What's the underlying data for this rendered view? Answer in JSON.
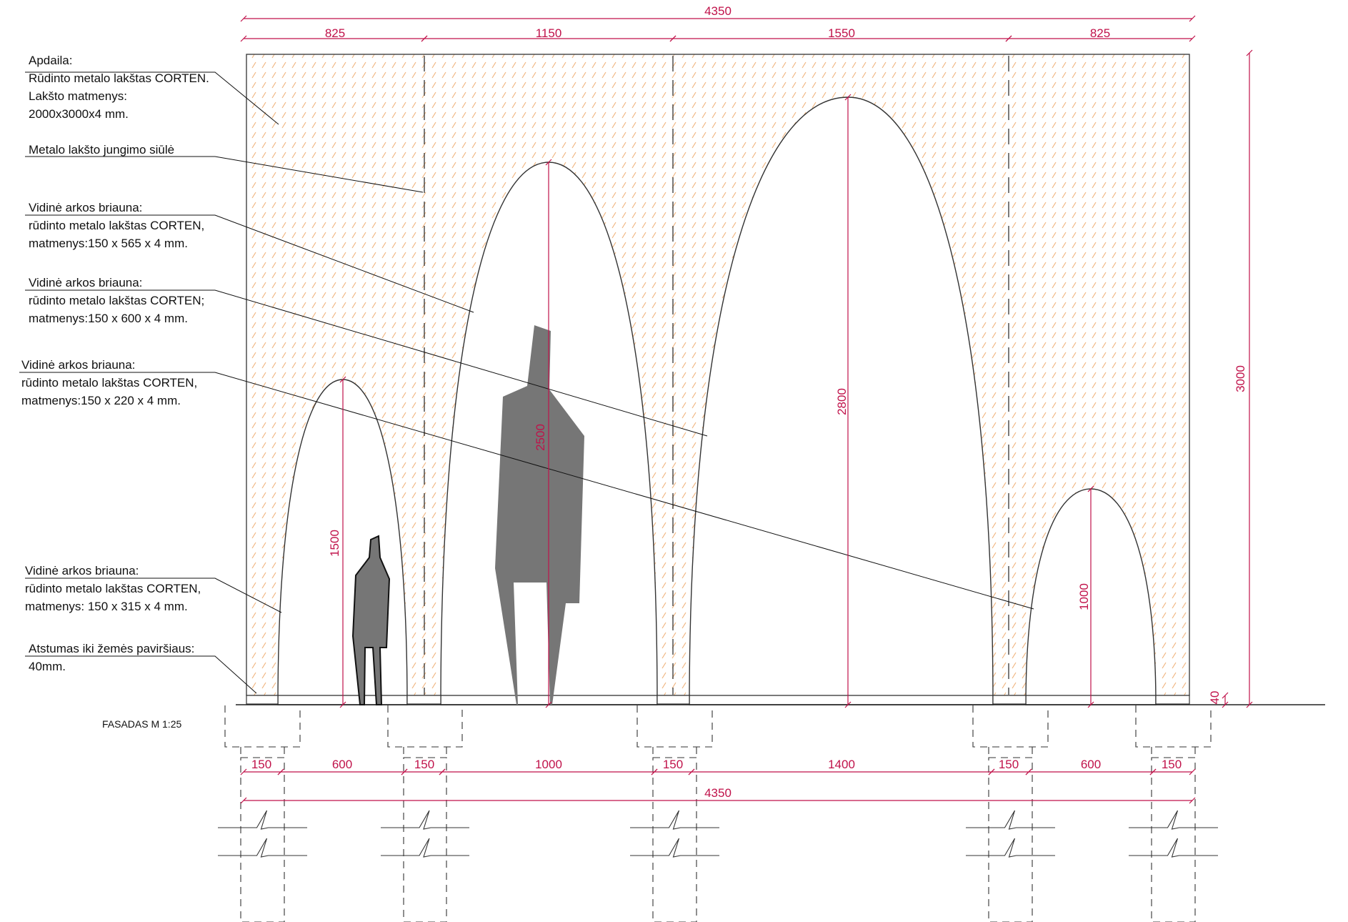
{
  "drawing_title": "FASADAS  M 1:25",
  "colors": {
    "dimension": "#c0124a",
    "hatch": "#f0b27a",
    "line": "#333333",
    "figure": "#767676"
  },
  "notes": {
    "finish": "Apdaila:\nRūdinto metalo lakštas CORTEN.\nLakšto matmenys:\n2000x3000x4 mm.",
    "seam": "Metalo lakšto jungimo siūlė",
    "edge_565": "Vidinė arkos briauna:\nrūdinto metalo lakštas CORTEN,\nmatmenys:150 x 565 x 4 mm.",
    "edge_600": "Vidinė arkos briauna:\nrūdinto metalo lakštas CORTEN;\nmatmenys:150 x 600 x 4 mm.",
    "edge_220": "Vidinė arkos briauna:\nrūdinto metalo lakštas CORTEN,\nmatmenys:150 x 220 x 4 mm.",
    "edge_315": "Vidinė arkos briauna:\nrūdinto metalo lakštas CORTEN,\nmatmenys: 150 x 315 x 4 mm.",
    "ground_gap": "Atstumas iki žemės paviršiaus:\n40mm."
  },
  "dimensions": {
    "top_total": "4350",
    "top_segments": [
      "825",
      "1150",
      "1550",
      "825"
    ],
    "bottom_segments": [
      "150",
      "600",
      "150",
      "1000",
      "150",
      "1400",
      "150",
      "600",
      "150"
    ],
    "bottom_total": "4350",
    "heights": {
      "total": "3000",
      "gap": "40",
      "arch1": "1500",
      "arch2": "2500",
      "arch3": "2800",
      "arch4": "1000"
    }
  }
}
